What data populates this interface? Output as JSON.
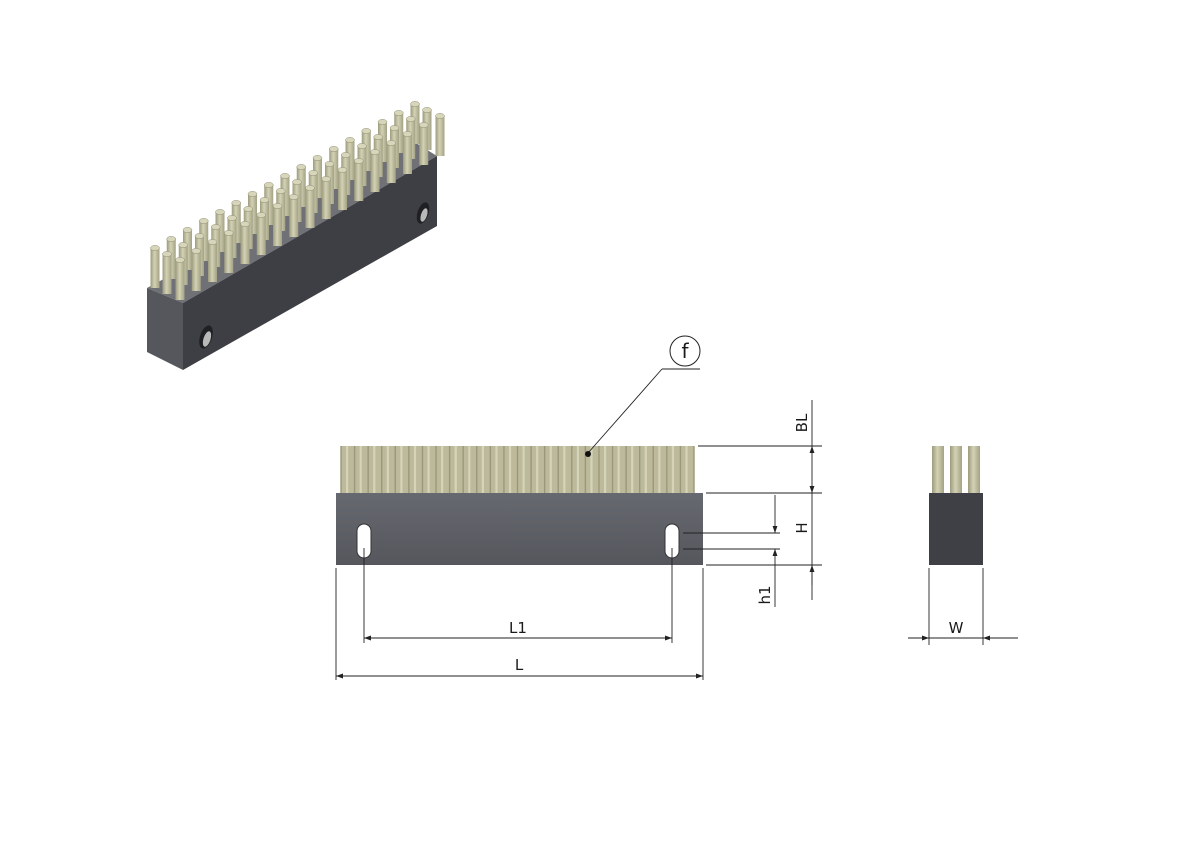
{
  "labels": {
    "callout": "f",
    "bristle_length": "BL",
    "height": "H",
    "slot_offset": "h1",
    "hole_spacing": "L1",
    "length": "L",
    "width": "W"
  },
  "colors": {
    "block_dark": "#3a3b3f",
    "block_front": "#5e6066",
    "block_top": "#707278",
    "bristle": "#c2c0a0",
    "bristle_shade": "#9a987a",
    "line": "#222222"
  },
  "iso_view": {
    "rows": 3,
    "bristles_per_row": 17
  },
  "front_view": {
    "bristle_count": 26
  },
  "side_view": {
    "bristle_count": 3
  }
}
